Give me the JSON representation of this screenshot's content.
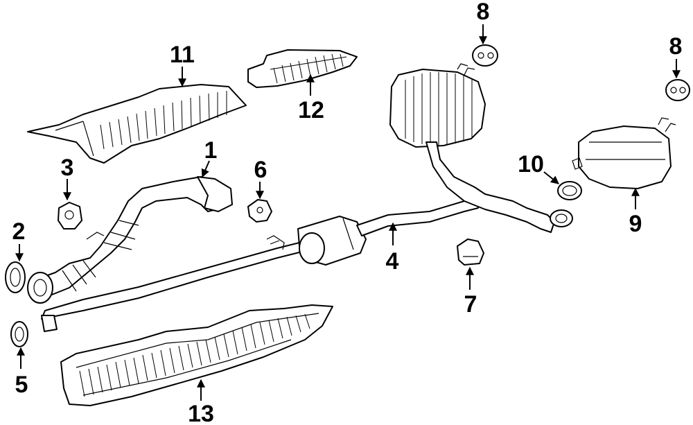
{
  "callouts": [
    {
      "id": "1",
      "label": "1"
    },
    {
      "id": "2",
      "label": "2"
    },
    {
      "id": "3",
      "label": "3"
    },
    {
      "id": "4",
      "label": "4"
    },
    {
      "id": "5",
      "label": "5"
    },
    {
      "id": "6",
      "label": "6"
    },
    {
      "id": "7",
      "label": "7"
    },
    {
      "id": "8a",
      "label": "8"
    },
    {
      "id": "8b",
      "label": "8"
    },
    {
      "id": "9",
      "label": "9"
    },
    {
      "id": "10",
      "label": "10"
    },
    {
      "id": "11",
      "label": "11"
    },
    {
      "id": "12",
      "label": "12"
    },
    {
      "id": "13",
      "label": "13"
    }
  ],
  "colors": {
    "ink": "#000000",
    "background": "#ffffff"
  }
}
